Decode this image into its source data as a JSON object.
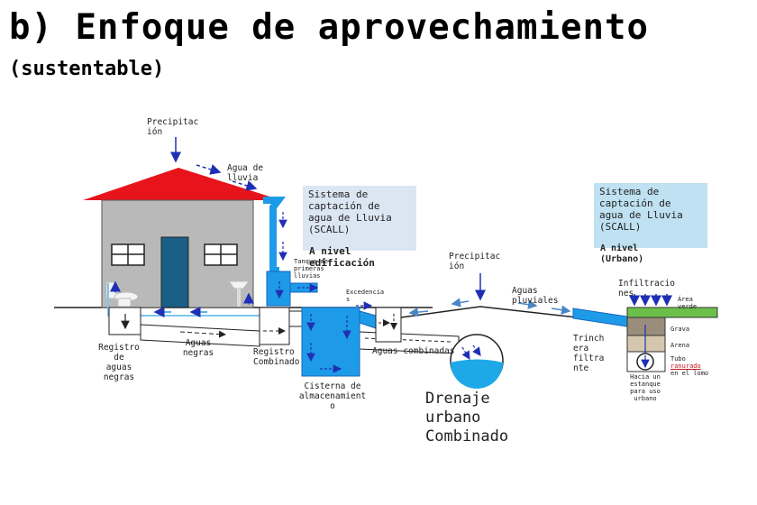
{
  "title": "b) Enfoque de aprovechamiento",
  "subtitle": "(sustentable)",
  "labels": {
    "precip_1": "Precipitac\nión",
    "agua_lluvia": "Agua de\nlluvia",
    "scall_1": "Sistema de\ncaptación de\nagua de Lluvia\n(SCALL)",
    "nivel_edificacion": "A nivel\nedificación",
    "tanque": "Tanque de\nprimeras\nlluvias",
    "excedencias": "Excedencia\ns",
    "precip_2": "Precipitac\nión",
    "aguas_pluviales": "Aguas\npluviales",
    "scall_2": "Sistema de\ncaptación de\nagua de Lluvia\n(SCALL)",
    "nivel_urbano": "A nivel\n(Urbano)",
    "infiltraciones": "Infiltracio\nnes",
    "area_verde": "Área\nverde",
    "grava": "Grava",
    "arena": "Arena",
    "tubo": "Tubo",
    "ranurado": "ranurado",
    "en_el_lomo": "en el lomo",
    "trinchera": "Trinch\nera\nfiltra\nnte",
    "hacia_estanque": "Hacia un\nestanque\npara uso\nurbano",
    "registro_negras": "Registro\nde\naguas\nnegras",
    "aguas_negras": "Aguas\nnegras",
    "registro_combinado": "Registro\nCombinado",
    "cisterna": "Cisterna de\nalmacenamient\no",
    "aguas_combinadas": "Aguas combinadas",
    "drenaje": "Drenaje\nurbano\n Combinado"
  },
  "colors": {
    "roof": "#e8141c",
    "wall": "#b9b9b9",
    "door": "#1a5f85",
    "water": "#1e9be8",
    "water_dark": "#1565c0",
    "arrow": "#1f2fb5",
    "grass": "#6cc04a",
    "scall_box_1": "#dbe6f3",
    "scall_box_2": "#bfe1f1"
  }
}
